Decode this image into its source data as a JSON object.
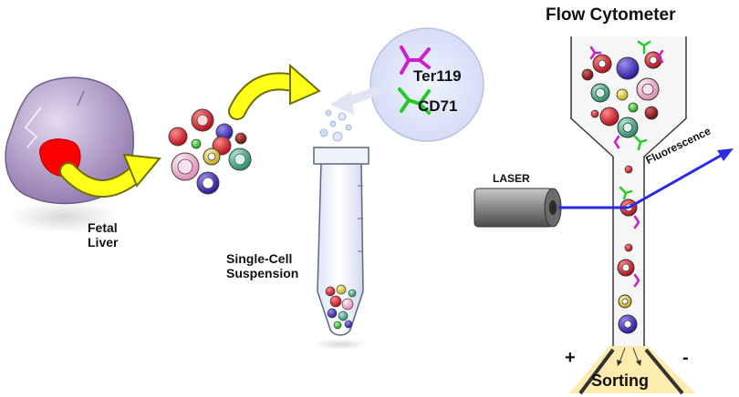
{
  "labels": {
    "fetal_liver_line1": "Fetal",
    "fetal_liver_line2": "Liver",
    "suspension_line1": "Single-Cell",
    "suspension_line2": "Suspension",
    "ter119": "Ter119",
    "cd71": "CD71",
    "flow_cytometer": "Flow Cytometer",
    "laser": "LASER",
    "fluorescence": "Fluorescence",
    "plus": "+",
    "minus": "-",
    "sorting": "Sorting"
  },
  "colors": {
    "liver": "#b9a3cf",
    "liver_core": "#ff0000",
    "process_arrow": "#ffff1a",
    "ter119_antibody": "#cc1fcc",
    "cd71_antibody": "#22cc22",
    "laser_beam": "#2a2ae6",
    "cell_red": "#d41f2e",
    "cell_blue": "#4a3ad0",
    "cell_pink": "#f3b8d6",
    "cell_teal": "#52b59a",
    "cell_yellow": "#e7d23d",
    "cell_darkred": "#8f1a1a"
  },
  "icons": [
    "fetal-liver-icon",
    "cell-cluster-icon",
    "tube-icon",
    "antibody-icon",
    "laser-icon",
    "flow-cell-icon"
  ]
}
